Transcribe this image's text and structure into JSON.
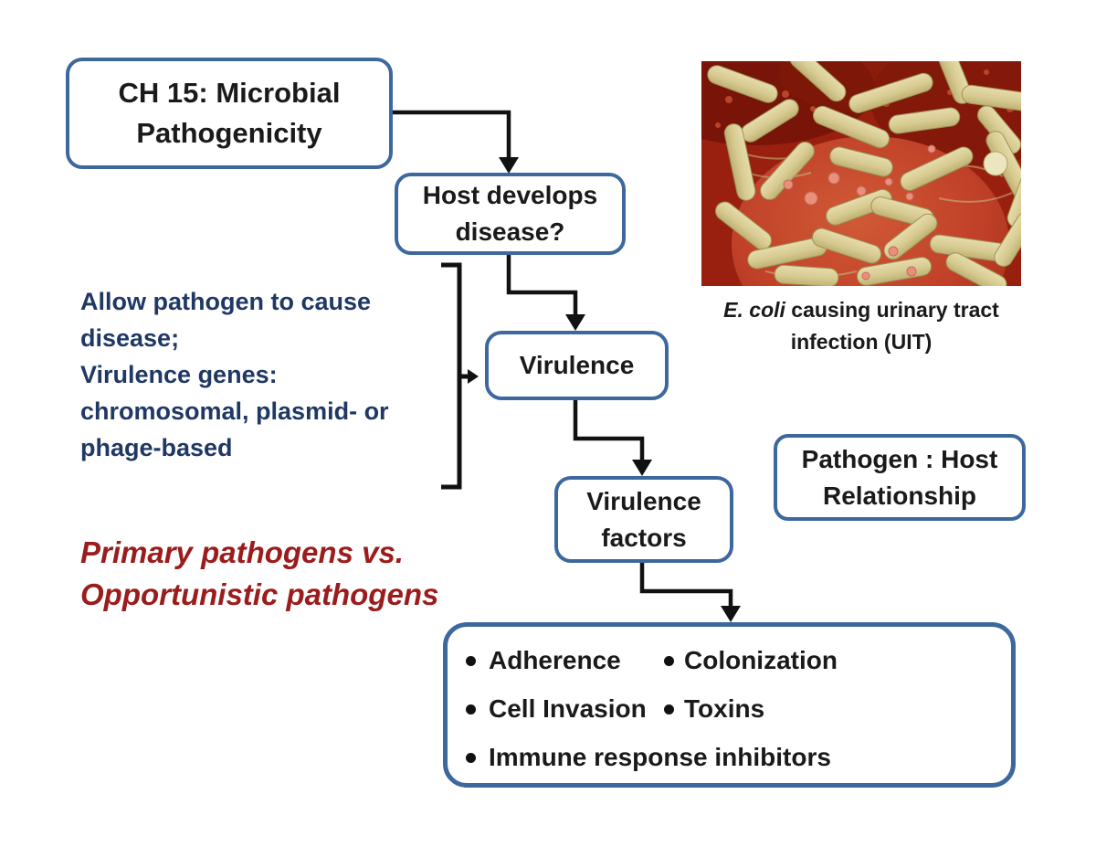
{
  "colors": {
    "box_border": "#3d689e",
    "line": "#111111",
    "text": "#1a1a1a",
    "note_blue": "#1f3864",
    "note_red": "#9b1c1c"
  },
  "nodes": {
    "ch15": "CH 15: Microbial\nPathogenicity",
    "host": "Host develops\ndisease?",
    "virulence": "Virulence",
    "virulence_factors": "Virulence\nfactors",
    "pathogen_host": "Pathogen : Host\nRelationship"
  },
  "notes": {
    "virulence_genes": "Allow pathogen to cause\ndisease;\nVirulence genes:\nchromosomal, plasmid- or\nphage-based",
    "pathogen_types": "Primary pathogens vs.\nOpportunistic pathogens"
  },
  "photo": {
    "caption_species": "E. coli",
    "caption_rest": " causing urinary tract\ninfection (UIT)"
  },
  "factors": {
    "items": [
      {
        "label": "Adherence"
      },
      {
        "label": "Colonization"
      },
      {
        "label": "Cell Invasion"
      },
      {
        "label": "Toxins"
      },
      {
        "label": "Immune response inhibitors"
      }
    ]
  }
}
